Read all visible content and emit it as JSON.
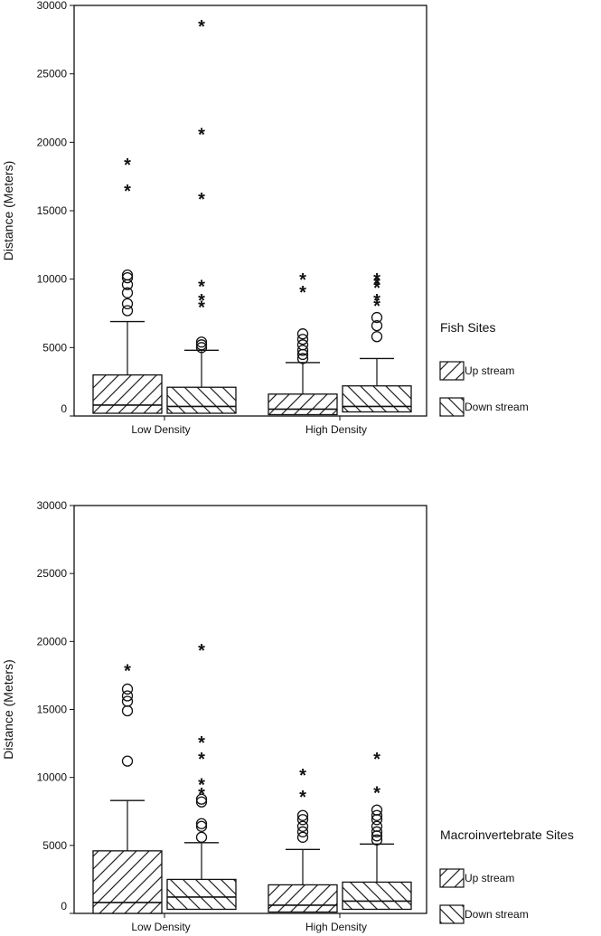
{
  "chart_data": [
    {
      "type": "boxplot",
      "ylabel": "Distance (Meters)",
      "xlabel": "",
      "ylim": [
        0,
        30000
      ],
      "yticks": [
        0,
        5000,
        10000,
        15000,
        20000,
        25000,
        30000
      ],
      "categories": [
        "Low Density",
        "High Density"
      ],
      "legend": {
        "title": "Fish Sites",
        "placement": "right",
        "entries": [
          "Up stream",
          "Down stream"
        ]
      },
      "series": [
        {
          "name": "Up stream",
          "pattern": "forward-hatch",
          "boxes": [
            {
              "category": "Low Density",
              "q1": 200,
              "median": 800,
              "q3": 3000,
              "whisker_low": 0,
              "whisker_high": 6900,
              "outliers": [
                7700,
                8200,
                9000,
                9600,
                10100,
                10300
              ],
              "extremes": [
                16600,
                18500
              ]
            },
            {
              "category": "High Density",
              "q1": 100,
              "median": 500,
              "q3": 1600,
              "whisker_low": 0,
              "whisker_high": 3900,
              "outliers": [
                4200,
                4500,
                4800,
                5200,
                5600,
                6000
              ],
              "extremes": [
                9200,
                10100
              ]
            }
          ]
        },
        {
          "name": "Down stream",
          "pattern": "back-hatch",
          "boxes": [
            {
              "category": "Low Density",
              "q1": 200,
              "median": 700,
              "q3": 2100,
              "whisker_low": 0,
              "whisker_high": 4800,
              "outliers": [
                5000,
                5200,
                5400
              ],
              "extremes": [
                8100,
                8600,
                9600,
                16000,
                20700,
                28600
              ]
            },
            {
              "category": "High Density",
              "q1": 300,
              "median": 700,
              "q3": 2200,
              "whisker_low": 0,
              "whisker_high": 4200,
              "outliers": [
                5800,
                6600,
                7200
              ],
              "extremes": [
                8200,
                8600,
                9500,
                9800,
                10100
              ]
            }
          ]
        }
      ]
    },
    {
      "type": "boxplot",
      "ylabel": "Distance (Meters)",
      "xlabel": "",
      "ylim": [
        0,
        30000
      ],
      "yticks": [
        0,
        5000,
        10000,
        15000,
        20000,
        25000,
        30000
      ],
      "categories": [
        "Low Density",
        "High Density"
      ],
      "legend": {
        "title": "Macroinvertebrate Sites",
        "placement": "right",
        "entries": [
          "Up stream",
          "Down stream"
        ]
      },
      "series": [
        {
          "name": "Up stream",
          "pattern": "forward-hatch",
          "boxes": [
            {
              "category": "Low Density",
              "q1": 0,
              "median": 800,
              "q3": 4600,
              "whisker_low": 0,
              "whisker_high": 8300,
              "outliers": [
                11200,
                14900,
                15600,
                16000,
                16500
              ],
              "extremes": [
                18000
              ]
            },
            {
              "category": "High Density",
              "q1": 100,
              "median": 600,
              "q3": 2100,
              "whisker_low": 0,
              "whisker_high": 4700,
              "outliers": [
                5600,
                6000,
                6400,
                6900,
                7200
              ],
              "extremes": [
                8700,
                10300
              ]
            }
          ]
        },
        {
          "name": "Down stream",
          "pattern": "back-hatch",
          "boxes": [
            {
              "category": "Low Density",
              "q1": 300,
              "median": 1200,
              "q3": 2500,
              "whisker_low": 0,
              "whisker_high": 5200,
              "outliers": [
                5600,
                6400,
                6600,
                8200,
                8400
              ],
              "extremes": [
                8900,
                9600,
                11500,
                12700,
                19500
              ]
            },
            {
              "category": "High Density",
              "q1": 300,
              "median": 900,
              "q3": 2300,
              "whisker_low": 0,
              "whisker_high": 5100,
              "outliers": [
                5400,
                5700,
                6000,
                6400,
                6900,
                7200,
                7600
              ],
              "extremes": [
                9000,
                11500
              ]
            }
          ]
        }
      ]
    }
  ]
}
